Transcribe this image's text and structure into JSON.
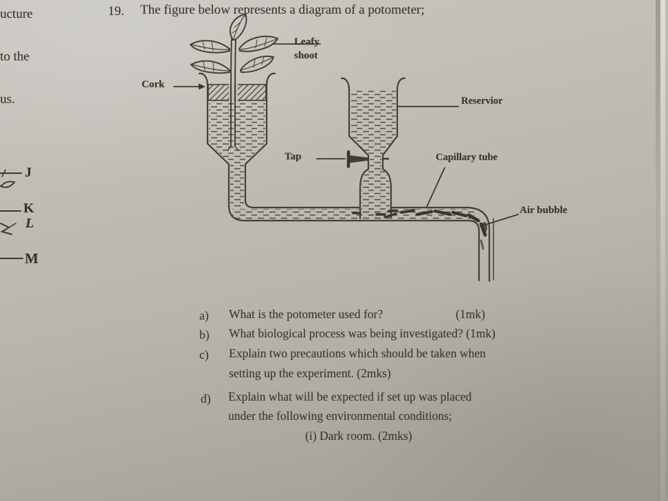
{
  "margin": {
    "fragments": [
      "ucture",
      "to the",
      "us."
    ],
    "letters": [
      "J",
      "K",
      "L",
      "M"
    ]
  },
  "question": {
    "number": "19.",
    "title": "The figure below represents a diagram of a potometer;"
  },
  "figure": {
    "labels": {
      "leafy_line1": "Leafy",
      "leafy_line2": "shoot",
      "cork": "Cork",
      "reservoir": "Reservior",
      "tap": "Tap",
      "capillary_tube": "Capillary tube",
      "air_bubble": "Air bubble"
    },
    "colors": {
      "ink": "#3e3a30",
      "paper": "#bcb9b2"
    }
  },
  "parts": [
    {
      "letter": "a)",
      "text": "What is the potometer used for?",
      "marks": "(1mk)"
    },
    {
      "letter": "b)",
      "text": "What biological process was being investigated? (1mk)",
      "marks": ""
    },
    {
      "letter": "c)",
      "text": "Explain two precautions which should be taken when",
      "line2": "setting up the experiment. (2mks)",
      "marks": ""
    },
    {
      "letter": "d)",
      "text": "Explain what will be expected if set up was placed",
      "line2": "under the following environmental conditions;",
      "marks": ""
    }
  ],
  "sub_part": "(i) Dark room. (2mks)"
}
